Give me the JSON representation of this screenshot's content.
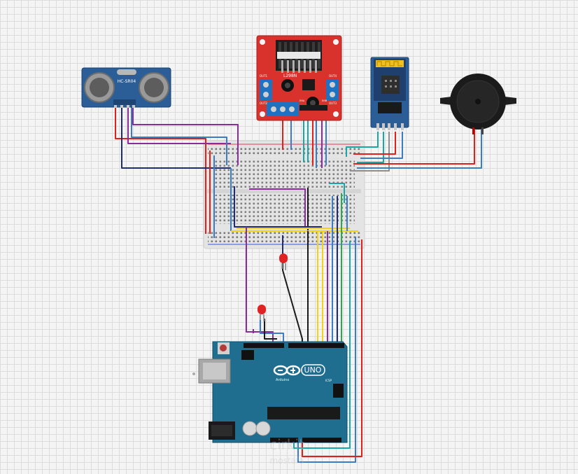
{
  "hcsr04": {
    "label": "HC-SR04"
  },
  "l298n": {
    "label": "L298N",
    "out_left_top": "OUT1",
    "out_left_bottom": "OUT2",
    "out_right_top": "OUT4",
    "out_right_bottom": "OUT3",
    "ena_label": "ENA",
    "enb_label": "ENB"
  },
  "arduino": {
    "brand": "UNO",
    "sub": "Arduino",
    "icsp": "ICSP"
  },
  "watermark": {
    "line1": "cirkit",
    "line2": "mostafa"
  },
  "colors": {
    "red": "#e0201b",
    "black": "#1a1a1a",
    "navy": "#1f2d6e",
    "blue": "#3b7dc4",
    "teal": "#1aa6a6",
    "purple": "#8a2c9c",
    "yellow": "#f2d21a",
    "green": "#2aa84a",
    "gray": "#8f8f8f",
    "board_red": "#d9312b",
    "board_blue": "#1f6d8f",
    "sensor_blue": "#2b5e96"
  }
}
